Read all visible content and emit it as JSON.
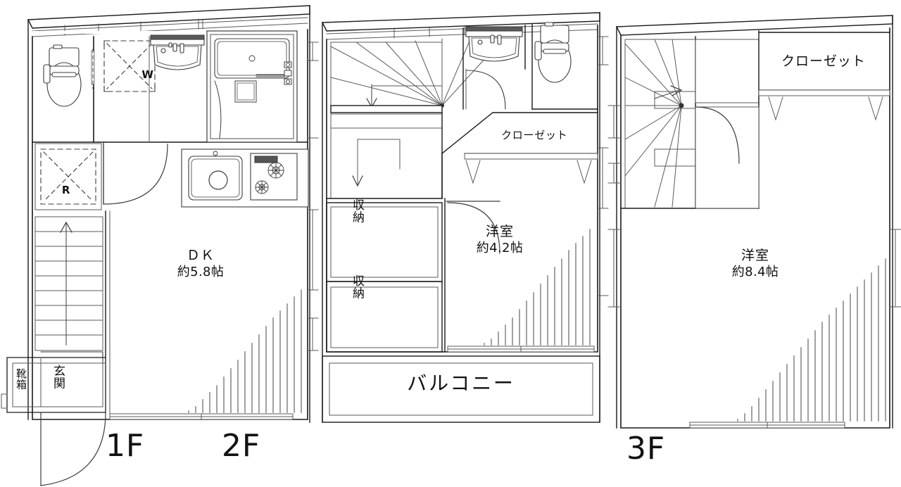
{
  "document": {
    "type": "floor-plan",
    "title": "3-story residence floor plan",
    "language": "ja"
  },
  "floors": [
    {
      "id": "1f",
      "label": "1F",
      "rooms": [
        {
          "name": "DK",
          "area": "約5.8帖"
        }
      ],
      "labels": [
        {
          "key": "entrance",
          "text": "玄関"
        },
        {
          "key": "shoe-box",
          "text": "靴箱"
        }
      ],
      "fixtures": [
        {
          "key": "washing-machine",
          "symbol": "W"
        },
        {
          "key": "refrigerator",
          "symbol": "R"
        },
        {
          "key": "toilet",
          "symbol": ""
        },
        {
          "key": "wash-basin",
          "symbol": ""
        },
        {
          "key": "bathtub",
          "symbol": ""
        },
        {
          "key": "kitchen-sink",
          "symbol": ""
        },
        {
          "key": "gas-stove",
          "symbol": ""
        },
        {
          "key": "staircase-up",
          "symbol": ""
        }
      ]
    },
    {
      "id": "2f",
      "label": "2F",
      "rooms": [
        {
          "name": "洋室",
          "area": "約4.2帖"
        }
      ],
      "labels": [
        {
          "key": "closet",
          "text": "クローゼット"
        },
        {
          "key": "storage-upper",
          "text": "収納"
        },
        {
          "key": "storage-lower",
          "text": "収納"
        },
        {
          "key": "balcony",
          "text": "バルコニー"
        }
      ],
      "fixtures": [
        {
          "key": "toilet",
          "symbol": ""
        },
        {
          "key": "wash-basin",
          "symbol": ""
        },
        {
          "key": "winder-staircase",
          "symbol": ""
        }
      ]
    },
    {
      "id": "3f",
      "label": "3F",
      "rooms": [
        {
          "name": "洋室",
          "area": "約8.4帖"
        }
      ],
      "labels": [
        {
          "key": "closet",
          "text": "クローゼット"
        }
      ],
      "fixtures": [
        {
          "key": "winder-staircase",
          "symbol": ""
        }
      ]
    }
  ],
  "text": {
    "dk_name": "ＤＫ",
    "dk_area": "約5.8帖",
    "yoshitsu2_name": "洋室",
    "yoshitsu2_area": "約4.2帖",
    "yoshitsu3_name": "洋室",
    "yoshitsu3_area": "約8.4帖",
    "genkan": "玄関",
    "kutsubako": "靴箱",
    "closet2": "クローゼット",
    "closet3": "クローゼット",
    "shuno_a": "収納",
    "shuno_b": "収納",
    "balcony": "バルコニー",
    "floor1": "1F",
    "floor2": "2F",
    "floor3": "3F",
    "washer_symbol": "W",
    "fridge_symbol": "R"
  },
  "colors": {
    "wall": "#1a1a1a",
    "thin_line": "#5a5a5a",
    "fixture_line": "#3c3c3c",
    "hatch": "#8a8a8a",
    "background": "#ffffff",
    "text": "#111111"
  }
}
